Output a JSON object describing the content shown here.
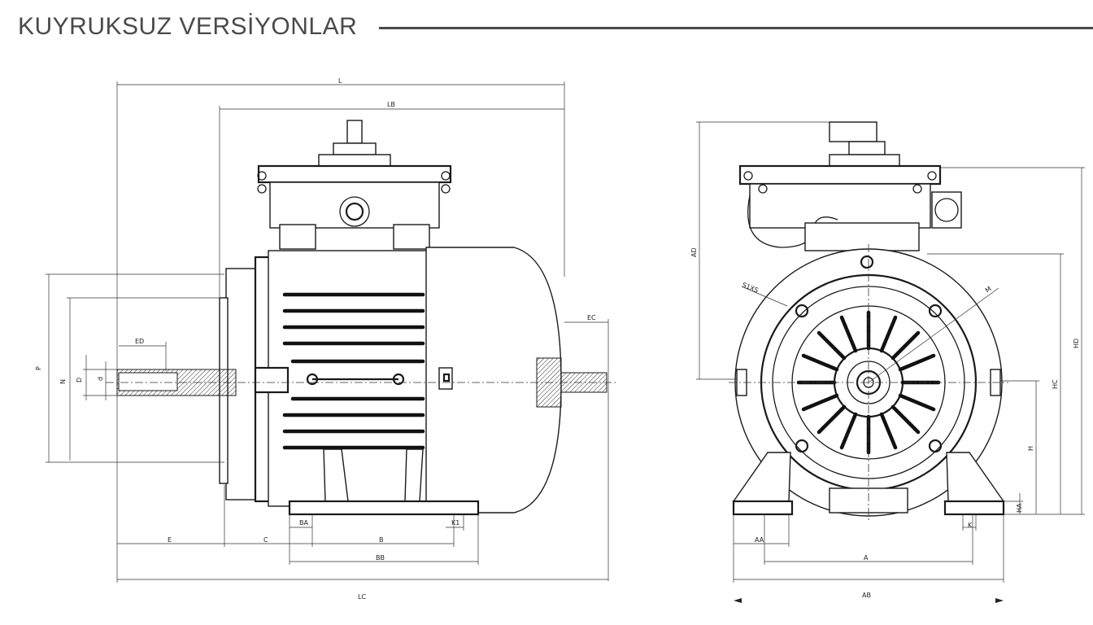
{
  "header": {
    "title": "KUYRUKSUZ VERSİYONLAR"
  },
  "side_view": {
    "dims": {
      "L": "L",
      "LB": "LB",
      "ED": "ED",
      "EC": "EC",
      "P": "P",
      "N": "N",
      "D": "D",
      "d": "d",
      "E": "E",
      "C": "C",
      "BA": "BA",
      "B": "B",
      "K1": "K1",
      "BB": "BB",
      "LC": "LC"
    }
  },
  "front_view": {
    "dims": {
      "AD": "AD",
      "S1XS": "S1XS",
      "M": "M",
      "HD": "HD",
      "HC": "HC",
      "H": "H",
      "HA": "HA",
      "AA": "AA",
      "K": "K",
      "A": "A",
      "AB": "AB"
    }
  }
}
